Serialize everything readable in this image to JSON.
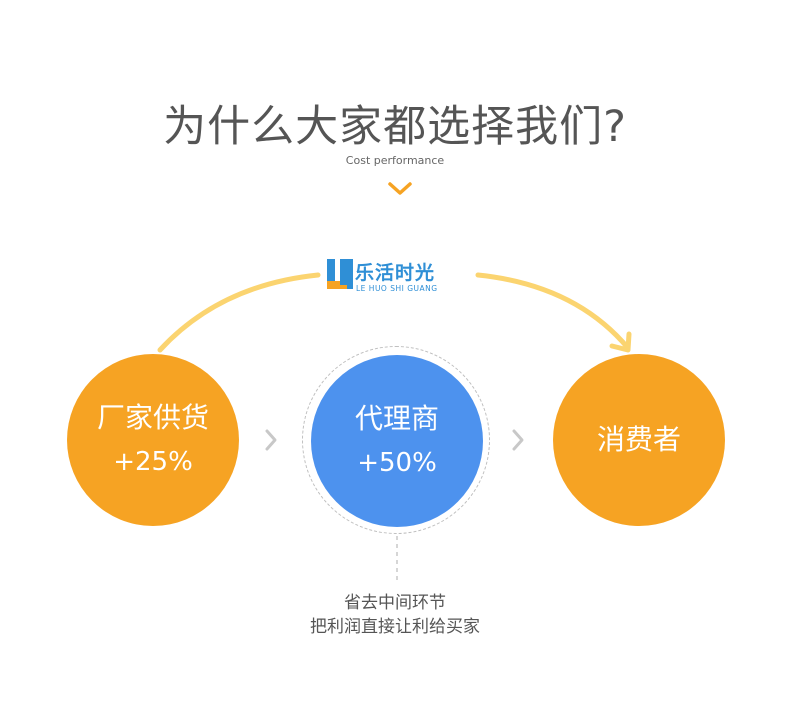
{
  "header": {
    "title": "为什么大家都选择我们?",
    "subtitle": "Cost performance"
  },
  "logo": {
    "name": "乐活时光",
    "subtitle": "LE HUO SHI GUANG",
    "color": "#2f8fd6"
  },
  "flow": {
    "manufacturer": {
      "label": "厂家供货",
      "markup": "+25%"
    },
    "agent": {
      "label": "代理商",
      "markup": "+50%"
    },
    "consumer": {
      "label": "消费者"
    }
  },
  "note": {
    "line1": "省去中间环节",
    "line2": "把利润直接让利给买家"
  },
  "colors": {
    "orange": "#f6a323",
    "blue": "#4d92ee",
    "arc": "#fbd470",
    "chevron": "#f6a323",
    "separator": "#c8c8c8"
  }
}
